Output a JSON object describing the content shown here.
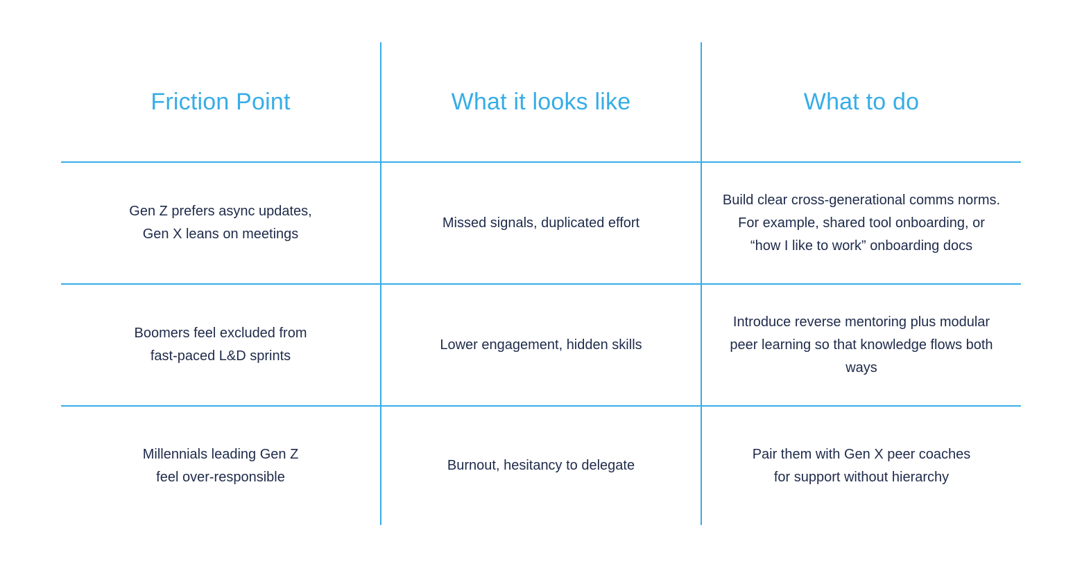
{
  "colors": {
    "accent": "#36ADE6",
    "text": "#1E2A4A",
    "background": "#FFFFFF"
  },
  "table": {
    "headers": [
      "Friction Point",
      "What it looks like",
      "What to do"
    ],
    "rows": [
      {
        "friction": "Gen Z prefers async updates,\nGen X leans on meetings",
        "looks_like": "Missed signals, duplicated effort",
        "what_to_do": "Build clear cross-generational comms norms.\nFor example, shared tool onboarding, or\n“how I like to work” onboarding docs"
      },
      {
        "friction": "Boomers feel excluded from\nfast-paced L&D sprints",
        "looks_like": "Lower engagement, hidden skills",
        "what_to_do": "Introduce reverse mentoring plus modular\npeer learning so that knowledge flows both\nways"
      },
      {
        "friction": "Millennials leading Gen Z\nfeel over-responsible",
        "looks_like": "Burnout, hesitancy to delegate",
        "what_to_do": "Pair them with Gen X peer coaches\nfor support without hierarchy"
      }
    ]
  }
}
